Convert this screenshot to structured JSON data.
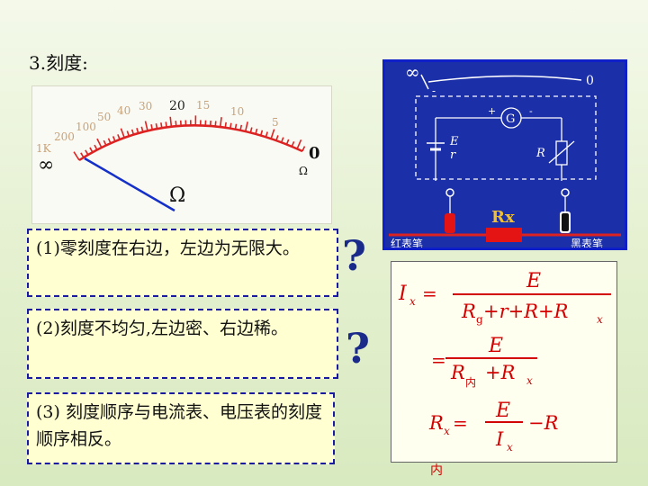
{
  "title": "3.刻度:",
  "meter": {
    "ticks": [
      "1K",
      "200",
      "100",
      "50",
      "40",
      "30",
      "20",
      "15",
      "10",
      "5"
    ],
    "zero_label": "0",
    "infinity_label": "∞",
    "ohm_small": "Ω",
    "ohm_large": "Ω"
  },
  "circuit": {
    "infinity_label": "∞",
    "zero_label": "0",
    "plus": "+",
    "minus": "-",
    "galvanometer": "G",
    "emf": "E",
    "internal_r": "r",
    "resistor": "R",
    "rx": "Rx",
    "red_probe": "红表笔",
    "black_probe": "黑表笔"
  },
  "notes": [
    "(1)零刻度在右边，左边为无限大。",
    "(2)刻度不均匀,左边密、右边稀。",
    "(3) 刻度顺序与电流表、电压表的刻度顺序相反。"
  ],
  "question_marks": [
    "?",
    "?"
  ],
  "formula": {
    "ix_lhs": "I",
    "ix_sub": "x",
    "eq": "=",
    "num1": "E",
    "den1_a": "R",
    "den1_a_sub": "g",
    "den1_b": "+r+R+R",
    "den1_b_sub": "x",
    "eq2": "=",
    "num2": "E",
    "den2_a": "R",
    "den2_a_sub": "内",
    "den2_b": "+R",
    "den2_b_sub": "x",
    "rx_lhs": "R",
    "rx_sub": "x",
    "eq3": "=",
    "num3": "E",
    "den3": "I",
    "den3_sub": "x",
    "minus_r": "−R",
    "nei_below": "内"
  },
  "colors": {
    "accent_red": "#d20000",
    "note_border": "#1a1aa0",
    "note_bg": "#ffffd2",
    "circuit_bg": "#1b2fa8"
  }
}
